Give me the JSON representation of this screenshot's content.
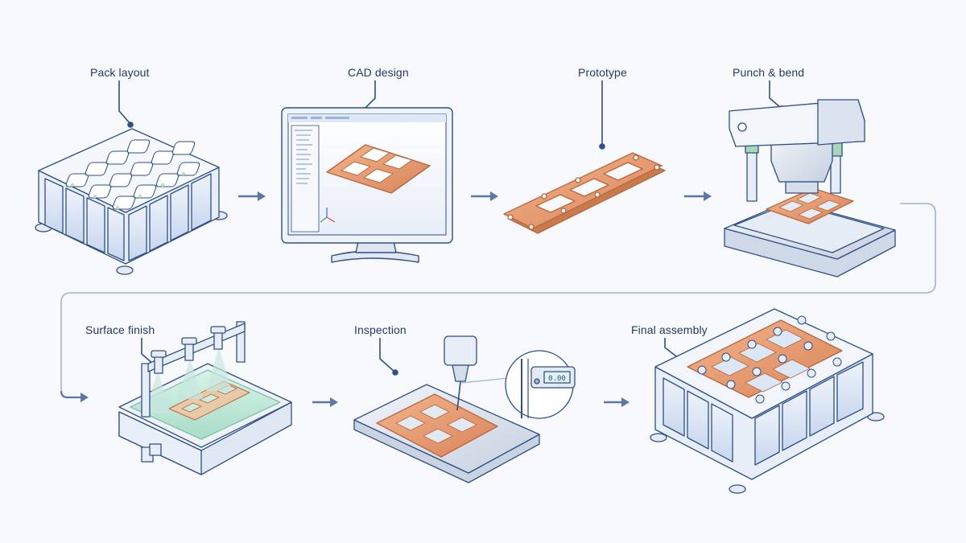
{
  "colors": {
    "background": "#f7f9fc",
    "outline": "#2f4f86",
    "flow_line": "#9fb3d6",
    "arrow": "#5b77a8",
    "copper": "#e69a6e",
    "copper_dark": "#b9673c",
    "cell_blue": "#dbe6f6",
    "steel": "#d5dde9",
    "water": "#c9ecdf"
  },
  "steps": [
    {
      "id": "pack-layout",
      "label": "Pack layout",
      "icon": "battery-pack-icon"
    },
    {
      "id": "cad-design",
      "label": "CAD design",
      "icon": "computer-monitor-icon"
    },
    {
      "id": "prototype",
      "label": "Prototype",
      "icon": "copper-busbar-icon"
    },
    {
      "id": "punch-bend",
      "label": "Punch & bend",
      "icon": "punch-press-icon"
    },
    {
      "id": "surface-finish",
      "label": "Surface finish",
      "icon": "plating-tank-icon"
    },
    {
      "id": "inspection",
      "label": "Inspection",
      "icon": "caliper-inspection-icon"
    },
    {
      "id": "final-assembly",
      "label": "Final assembly",
      "icon": "assembled-pack-icon"
    }
  ],
  "caliper_readout": "0.00"
}
